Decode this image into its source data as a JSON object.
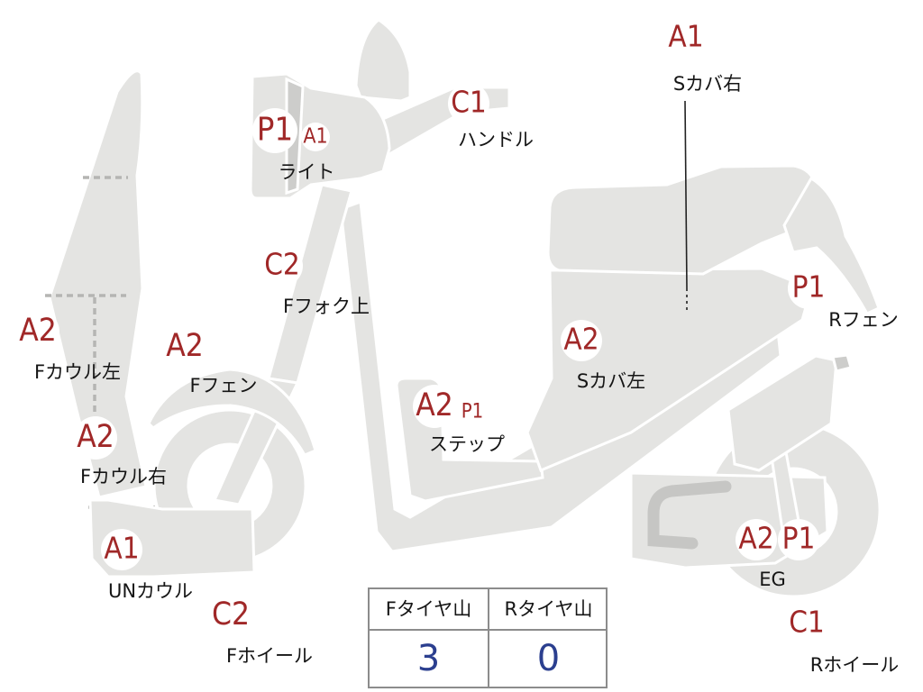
{
  "colors": {
    "part_fill": "#e4e4e2",
    "badge_text": "#a02828",
    "label_text": "#151515",
    "tire_value": "#2b3f8f",
    "table_border": "#8c8c8c"
  },
  "parts": {
    "s_cover_right": {
      "label": "Sカバ右",
      "grades": [
        "A1"
      ]
    },
    "light": {
      "label": "ライト",
      "grades": [
        "P1",
        "A1"
      ]
    },
    "handle": {
      "label": "ハンドル",
      "grades": [
        "C1"
      ]
    },
    "f_fork_upper": {
      "label": "Fフォク上",
      "grades": [
        "C2"
      ]
    },
    "r_fender": {
      "label": "Rフェン",
      "grades": [
        "P1"
      ]
    },
    "f_cowl_left": {
      "label": "Fカウル左",
      "grades": [
        "A2"
      ]
    },
    "f_fender": {
      "label": "Fフェン",
      "grades": [
        "A2"
      ]
    },
    "s_cover_left": {
      "label": "Sカバ左",
      "grades": [
        "A2"
      ]
    },
    "step": {
      "label": "ステップ",
      "grades": [
        "A2",
        "P1"
      ]
    },
    "f_cowl_right": {
      "label": "Fカウル右",
      "grades": [
        "A2"
      ]
    },
    "un_cowl": {
      "label": "UNカウル",
      "grades": [
        "A1"
      ]
    },
    "engine": {
      "label": "EG",
      "grades": [
        "A2",
        "P1"
      ]
    },
    "f_wheel": {
      "label": "Fホイール",
      "grades": [
        "C2"
      ]
    },
    "r_wheel": {
      "label": "Rホイール",
      "grades": [
        "C1"
      ]
    }
  },
  "tire_table": {
    "front": {
      "header": "Fタイヤ山",
      "value": "3"
    },
    "rear": {
      "header": "Rタイヤ山",
      "value": "0"
    }
  }
}
